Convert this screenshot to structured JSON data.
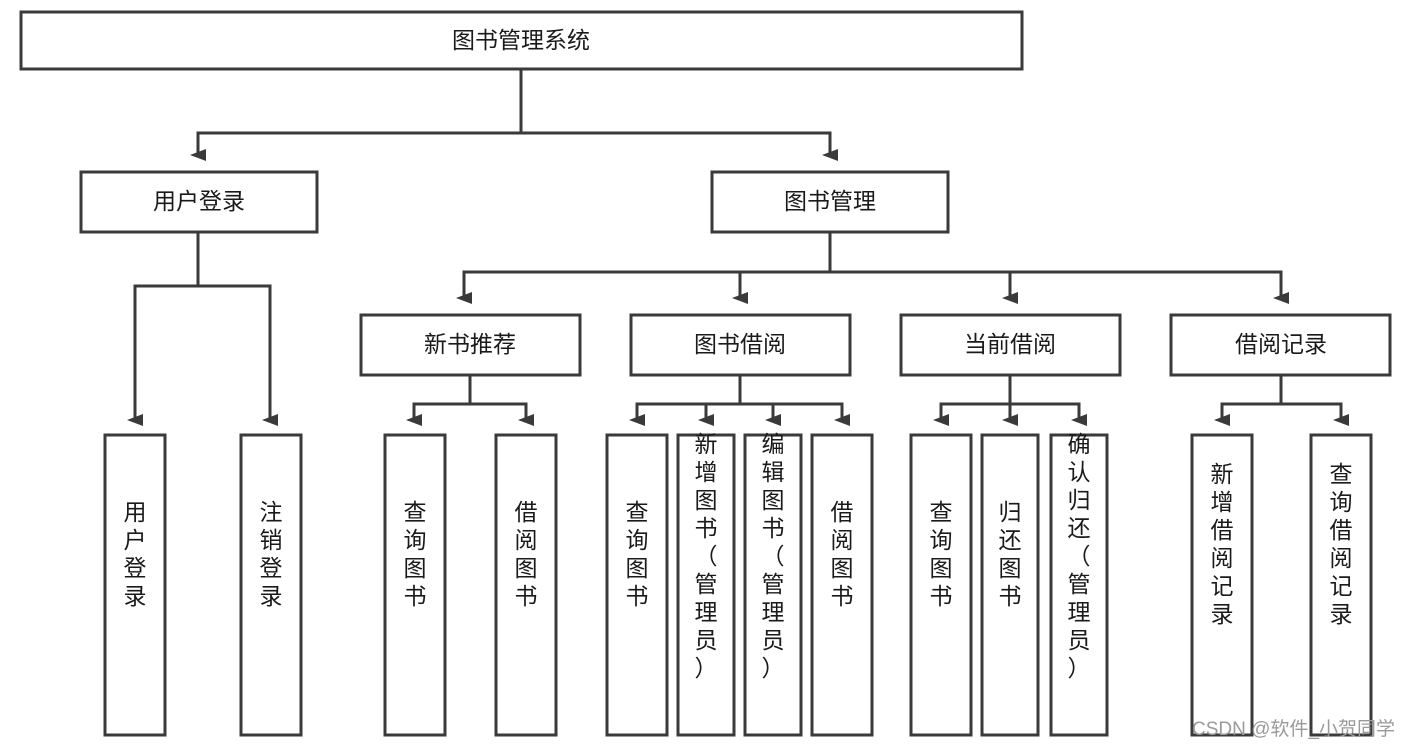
{
  "diagram": {
    "title": "图书管理系统",
    "type": "tree-hierarchy",
    "root": {
      "id": "root",
      "label": "图书管理系统"
    },
    "level2": [
      {
        "id": "user-login",
        "label": "用户登录"
      },
      {
        "id": "book-manage",
        "label": "图书管理"
      }
    ],
    "level3": [
      {
        "id": "new-book-rec",
        "label": "新书推荐",
        "parent": "book-manage"
      },
      {
        "id": "book-borrow",
        "label": "图书借阅",
        "parent": "book-manage"
      },
      {
        "id": "current-borrow",
        "label": "当前借阅",
        "parent": "book-manage"
      },
      {
        "id": "borrow-record",
        "label": "借阅记录",
        "parent": "book-manage"
      }
    ],
    "leaves": [
      {
        "id": "leaf-user-login",
        "label": "用户登录",
        "parent": "user-login"
      },
      {
        "id": "leaf-logout-login",
        "label": "注销登录",
        "parent": "user-login"
      },
      {
        "id": "leaf-query-book-1",
        "label": "查询图书",
        "parent": "new-book-rec"
      },
      {
        "id": "leaf-borrow-book-1",
        "label": "借阅图书",
        "parent": "new-book-rec"
      },
      {
        "id": "leaf-query-book-2",
        "label": "查询图书",
        "parent": "book-borrow"
      },
      {
        "id": "leaf-add-book",
        "label": "新增图书（管理员）",
        "parent": "book-borrow"
      },
      {
        "id": "leaf-edit-book",
        "label": "编辑图书（管理员）",
        "parent": "book-borrow"
      },
      {
        "id": "leaf-borrow-book-2",
        "label": "借阅图书",
        "parent": "book-borrow"
      },
      {
        "id": "leaf-query-book-3",
        "label": "查询图书",
        "parent": "current-borrow"
      },
      {
        "id": "leaf-return-book",
        "label": "归还图书",
        "parent": "current-borrow"
      },
      {
        "id": "leaf-confirm-return",
        "label": "确认归还（管理员）",
        "parent": "current-borrow"
      },
      {
        "id": "leaf-add-record",
        "label": "新增借阅记录",
        "parent": "borrow-record"
      },
      {
        "id": "leaf-query-record",
        "label": "查询借阅记录",
        "parent": "borrow-record"
      }
    ],
    "colors": {
      "stroke": "#3a3a3a",
      "fill": "#ffffff",
      "text": "#1a1a1a",
      "watermark": "#9a9a9a"
    }
  },
  "watermark": {
    "text": "CSDN @软件_小贺同学"
  }
}
